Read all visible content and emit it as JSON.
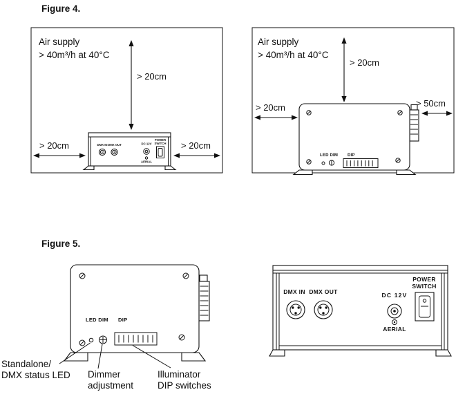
{
  "colors": {
    "ink": "#111111",
    "background": "#ffffff"
  },
  "figure4": {
    "title": "Figure 4.",
    "left_panel": {
      "air_supply_line1": "Air supply",
      "air_supply_line2": "> 40m³/h at 40°C",
      "top_clearance": "> 20cm",
      "left_clearance": "> 20cm",
      "right_clearance": "> 20cm"
    },
    "right_panel": {
      "air_supply_line1": "Air supply",
      "air_supply_line2": "> 40m³/h at 40°C",
      "top_clearance": "> 20cm",
      "left_clearance": "> 20cm",
      "right_clearance": "> 50cm"
    }
  },
  "figure5": {
    "title": "Figure 5."
  },
  "front_panel": {
    "dmx_in": "DMX IN",
    "dmx_out": "DMX OUT",
    "dc12v": "DC 12V",
    "power_line1": "POWER",
    "power_line2": "SWITCH",
    "aerial": "AERIAL"
  },
  "back_panel": {
    "led_dim": "LED DIM",
    "dip": "DIP"
  },
  "annotations": {
    "led_line1": "Standalone/",
    "led_line2": "DMX status LED",
    "dimmer_line1": "Dimmer",
    "dimmer_line2": "adjustment",
    "dip_line1": "Illuminator",
    "dip_line2": "DIP switches"
  }
}
